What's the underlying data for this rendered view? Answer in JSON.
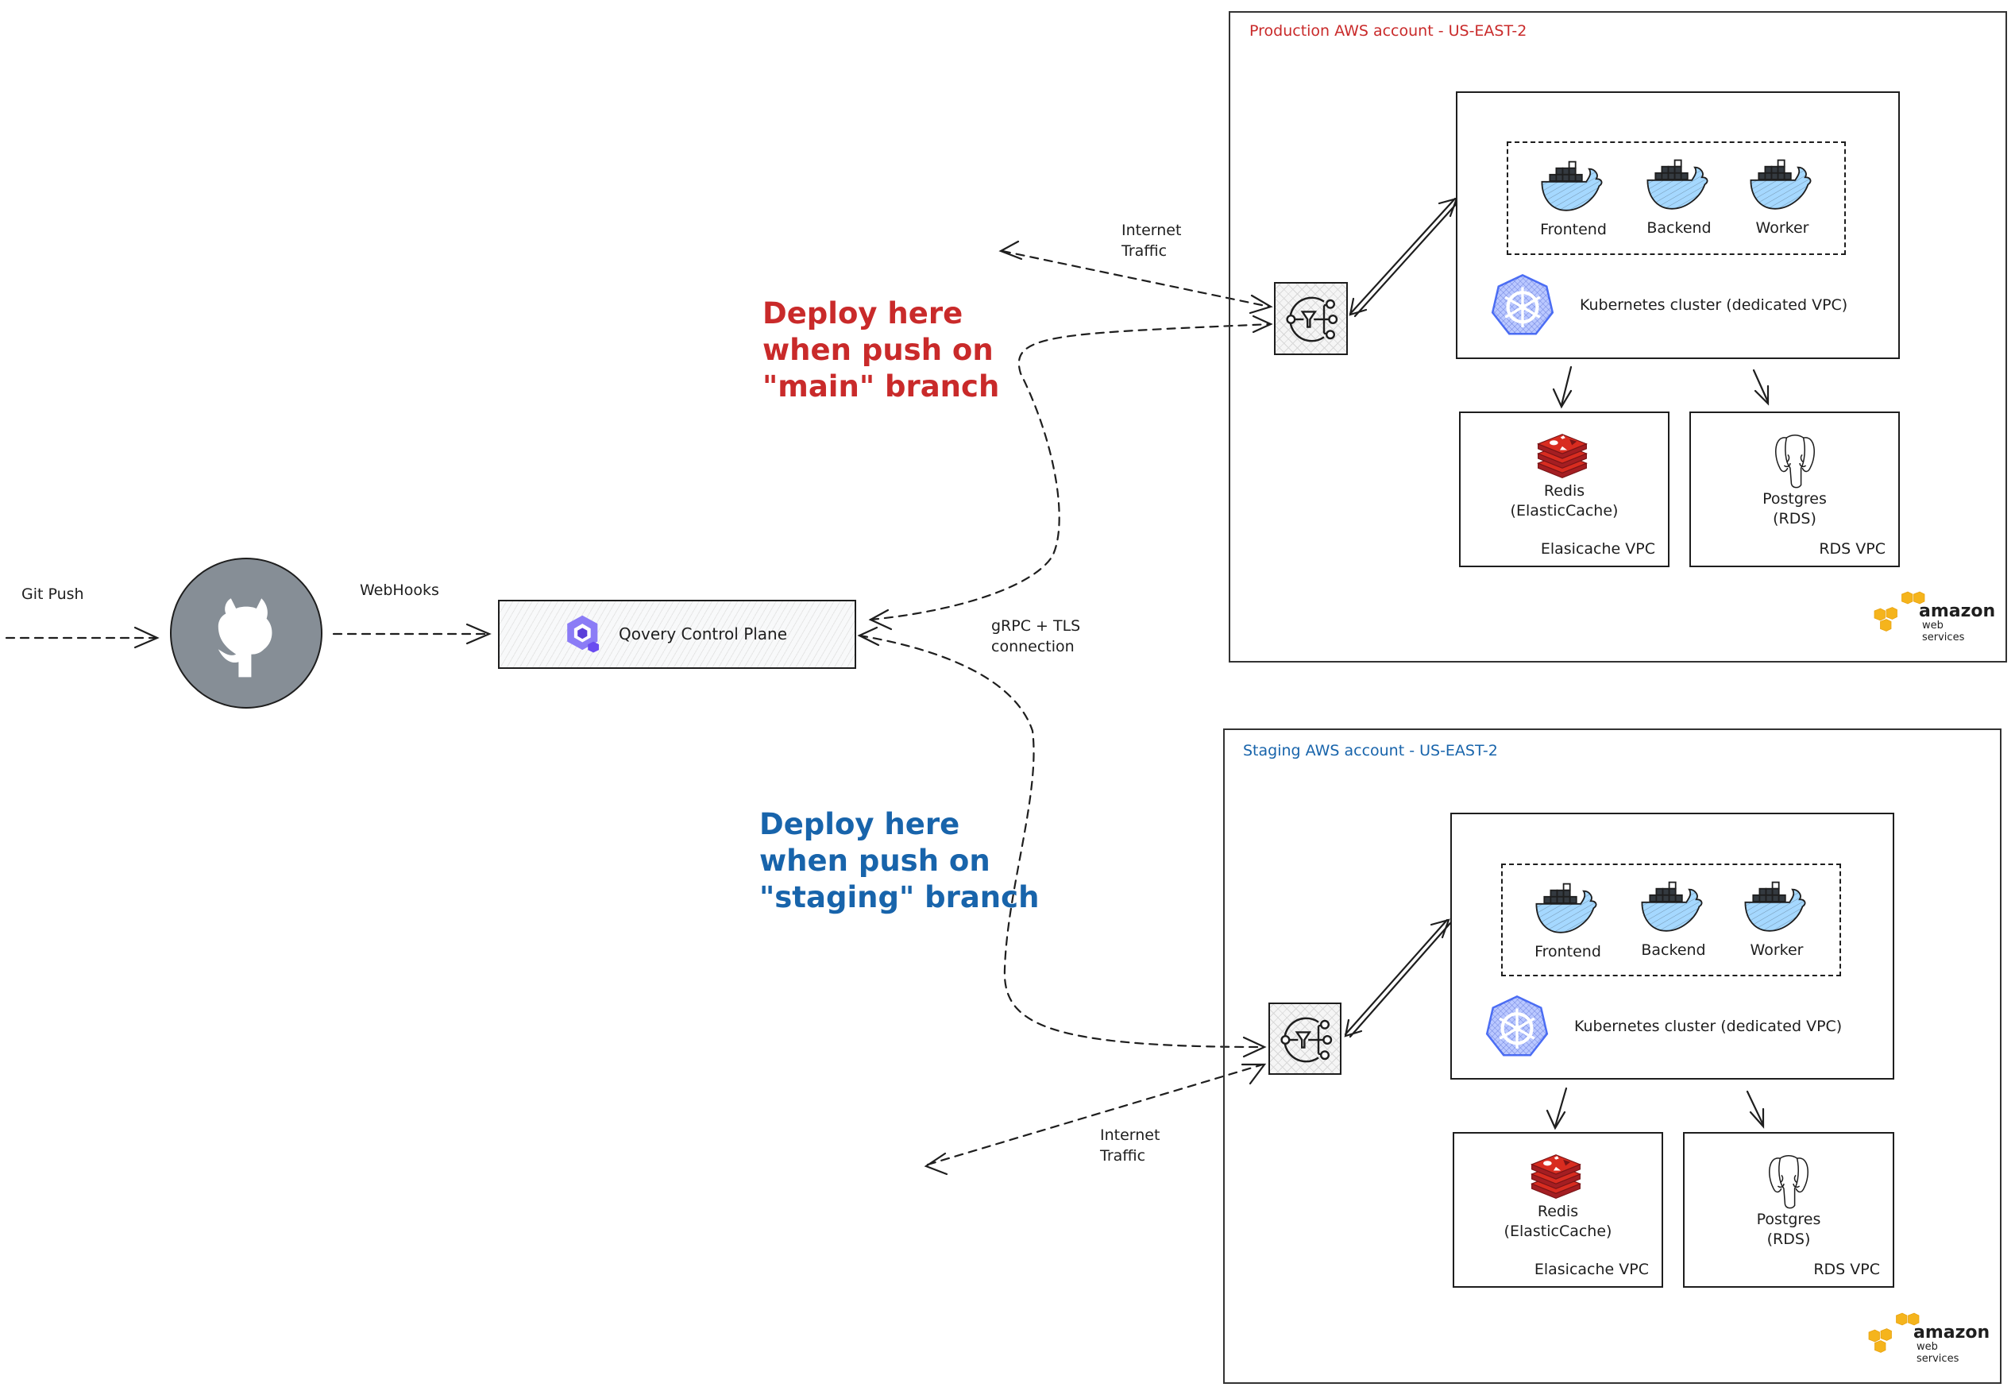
{
  "colors": {
    "production": "#c92a2a",
    "staging": "#1864ab",
    "ink": "#1e1e1e",
    "github_gray": "#868e96",
    "qovery_purple": "#6c5ce7",
    "aws_orange": "#f5b41c",
    "redis_red": "#c0272d",
    "docker_blue": "#a5d8ff",
    "k8s_blue": "#4c6ef5"
  },
  "left": {
    "git_push_label": "Git Push",
    "webhooks_label": "WebHooks",
    "github_icon": "github-octocat-icon",
    "control_plane": {
      "label": "Qovery Control Plane",
      "icon": "qovery-logo-icon"
    },
    "grpc_label_line1": "gRPC + TLS",
    "grpc_label_line2": "connection"
  },
  "annotations": {
    "production_deploy": "Deploy here\nwhen push on\n\"main\" branch",
    "staging_deploy": "Deploy here\nwhen push on\n\"staging\" branch"
  },
  "environments": [
    {
      "id": "production",
      "title": "Production AWS account - US-EAST-2",
      "internet_traffic_line1": "Internet",
      "internet_traffic_line2": "Traffic",
      "load_balancer_icon": "load-balancer-icon",
      "cluster_label": "Kubernetes cluster (dedicated VPC)",
      "services": [
        "Frontend",
        "Backend",
        "Worker"
      ],
      "redis": {
        "name": "Redis",
        "sub": "(ElasticCache)",
        "vpc": "Elasicache VPC"
      },
      "postgres": {
        "name": "Postgres",
        "sub": "(RDS)",
        "vpc": "RDS VPC"
      },
      "aws_logo_line1": "amazon",
      "aws_logo_line2": "web services"
    },
    {
      "id": "staging",
      "title": "Staging AWS account - US-EAST-2",
      "internet_traffic_line1": "Internet",
      "internet_traffic_line2": "Traffic",
      "load_balancer_icon": "load-balancer-icon",
      "cluster_label": "Kubernetes cluster (dedicated VPC)",
      "services": [
        "Frontend",
        "Backend",
        "Worker"
      ],
      "redis": {
        "name": "Redis",
        "sub": "(ElasticCache)",
        "vpc": "Elasicache VPC"
      },
      "postgres": {
        "name": "Postgres",
        "sub": "(RDS)",
        "vpc": "RDS VPC"
      },
      "aws_logo_line1": "amazon",
      "aws_logo_line2": "web services"
    }
  ]
}
